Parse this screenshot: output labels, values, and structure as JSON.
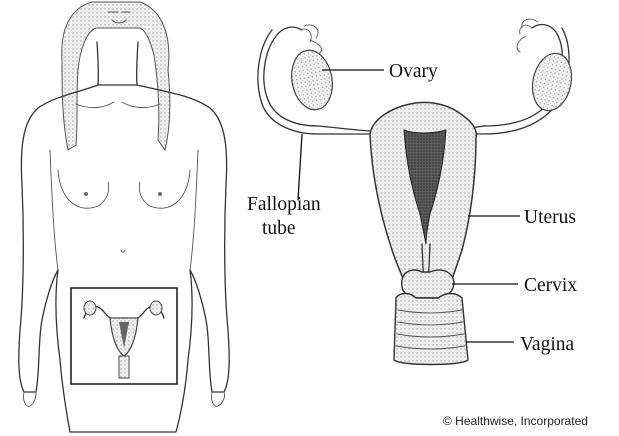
{
  "labels": {
    "ovary": "Ovary",
    "fallopian_line1": "Fallopian",
    "fallopian_line2": "tube",
    "uterus": "Uterus",
    "cervix": "Cervix",
    "vagina": "Vagina"
  },
  "credit": "© Healthwise, Incorporated",
  "colors": {
    "background": "#ffffff",
    "line": "#333333",
    "shading": "#b8b8b8",
    "uterine_cavity": "#4a4a4a"
  }
}
